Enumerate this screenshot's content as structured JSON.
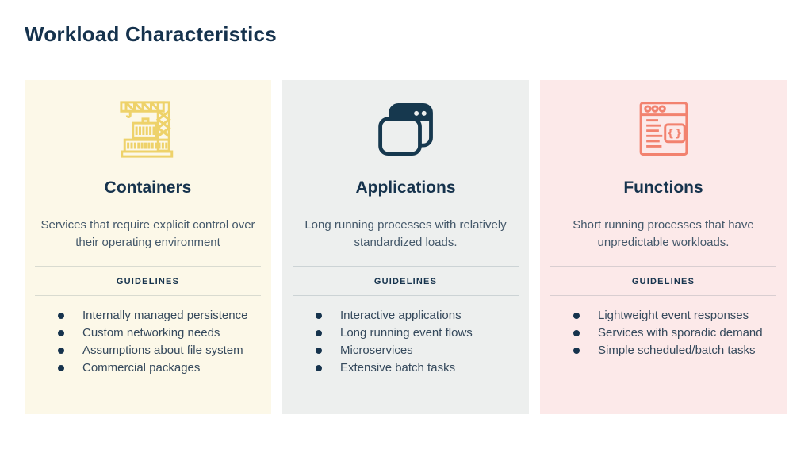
{
  "page": {
    "title": "Workload Characteristics"
  },
  "colors": {
    "title_navy": "#15324d",
    "body_text": "#44586a",
    "card_containers_bg": "#fcf8e8",
    "card_applications_bg": "#edefee",
    "card_functions_bg": "#fce9e9",
    "icon_yellow": "#eed26a",
    "icon_navy": "#16384e",
    "icon_coral": "#f2826f"
  },
  "cards": [
    {
      "title": "Containers",
      "icon": "crane-containers-icon",
      "description": "Services that require explicit control over their operating environment",
      "guidelines_label": "GUIDELINES",
      "bullets": [
        "Internally managed persistence",
        "Custom networking needs",
        "Assumptions about file system",
        "Commercial packages"
      ]
    },
    {
      "title": "Applications",
      "icon": "overlapping-windows-icon",
      "description": "Long running processes with relatively standardized loads.",
      "guidelines_label": "GUIDELINES",
      "bullets": [
        "Interactive applications",
        "Long running event flows",
        "Microservices",
        "Extensive batch tasks"
      ]
    },
    {
      "title": "Functions",
      "icon": "code-window-icon",
      "description": "Short running processes that have unpredictable workloads.",
      "guidelines_label": "GUIDELINES",
      "bullets": [
        "Lightweight event responses",
        "Services with sporadic demand",
        "Simple scheduled/batch tasks"
      ]
    }
  ]
}
